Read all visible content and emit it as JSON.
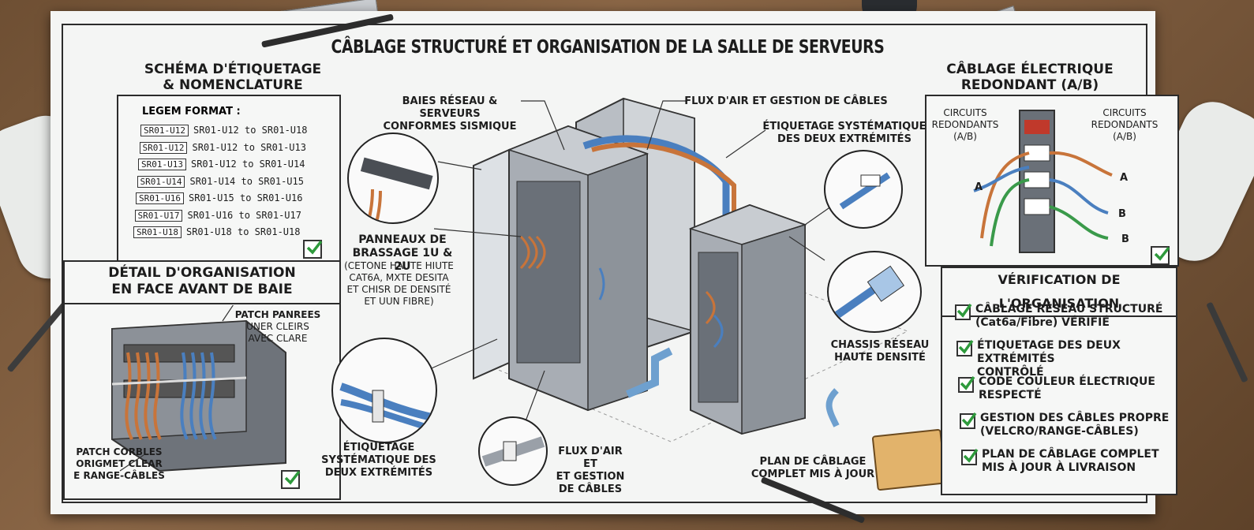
{
  "title": "CÂBLAGE STRUCTURÉ ET ORGANISATION DE LA SALLE DE SERVEURS",
  "labeling": {
    "title_line1": "SCHÉMA D'ÉTIQUETAGE",
    "title_line2": "& NOMENCLATURE",
    "format_label": "LEGEM FORMAT :",
    "rows": [
      {
        "tag": "SR01-U12",
        "text": "SR01-U12 to SR01-U18"
      },
      {
        "tag": "SR01-U12",
        "text": "SR01-U12 to SR01-U13"
      },
      {
        "tag": "SR01-U13",
        "text": "SR01-U12 to SR01-U14"
      },
      {
        "tag": "SR01-U14",
        "text": "SR01-U14 to SR01-U15"
      },
      {
        "tag": "SR01-U16",
        "text": "SR01-U15 to SR01-U16"
      },
      {
        "tag": "SR01-U17",
        "text": "SR01-U16 to SR01-U17"
      },
      {
        "tag": "SR01-U18",
        "text": "SR01-U18 to SR01-U18"
      }
    ]
  },
  "front_detail": {
    "title_line1": "DÉTAIL D'ORGANISATION",
    "title_line2": "EN FACE AVANT DE BAIE",
    "callout_top": [
      "PATCH PANREES",
      "UNER CLEIRS",
      "AVEC CLARE"
    ],
    "callout_bottom": [
      "PATCH CORBLES",
      "ORIGMET CLEAR",
      "E RANGE-CÂBLES"
    ]
  },
  "center_labels": {
    "baies": [
      "BAIES RÉSEAU & SERVEURS",
      "CONFORMES SISMIQUE"
    ],
    "flux_top": "FLUX D'AIR ET GESTION DE CÂBLES",
    "etiquetage_top": [
      "ÉTIQUETAGE SYSTÉMATIQUE",
      "DES DEUX EXTRÉMITÉS"
    ],
    "panneaux_title": [
      "PANNEAUX DE",
      "BRASSAGE 1U & 2U"
    ],
    "panneaux_desc": [
      "(CETONE HAUTE HIUTE",
      "CAT6A, MXTE DESITA",
      "ET CHISR DE DENSITÉ",
      "ET UUN FIBRE)"
    ],
    "chassis": [
      "CHASSIS RÉSEAU",
      "HAUTE DENSITÉ"
    ],
    "etiquetage_bottom": [
      "ÉTIQUETAGE",
      "SYSTÉMATIQUE DES",
      "DEUX EXTRÉMITÉS"
    ],
    "flux_bottom": [
      "FLUX D'AIR ET",
      "ET GESTION",
      "DE CÂBLES"
    ],
    "plan": [
      "PLAN DE CÂBLAGE",
      "COMPLET MIS À JOUR"
    ]
  },
  "power": {
    "title_line1": "CÂBLAGE ÉLECTRIQUE",
    "title_line2": "REDONDANT (A/B)",
    "left_label": [
      "CIRCUITS",
      "REDONDANTS",
      "(A/B)"
    ],
    "right_label": [
      "CIRCUITS",
      "REDONDANTS",
      "(A/B)"
    ],
    "a_left": "A",
    "a_right": "A",
    "b1": "B",
    "b2": "B"
  },
  "verification": {
    "title": "VÉRIFICATION DE L'ORGANISATION",
    "items": [
      [
        "CÂBLAGE RÉSEAU STRUCTURÉ",
        "(Cat6a/Fibre) VÉRIFIÉ"
      ],
      [
        "ÉTIQUETAGE DES DEUX EXTRÉMITÉS",
        "CONTRÔLÉ"
      ],
      [
        "CODE COULEUR ÉLECTRIQUE",
        "RESPECTÉ"
      ],
      [
        "GESTION DES CÂBLES PROPRE",
        "(VELCRO/RANGE-CÂBLES)"
      ],
      [
        "PLAN DE CÂBLAGE COMPLET",
        "MIS À JOUR À LIVRAISON"
      ]
    ]
  },
  "colors": {
    "check_green": "#2e9a3c",
    "cable_blue": "#4a7fbf",
    "cable_orange": "#c8743a",
    "rack_gray": "#9aa0a8",
    "paper": "#f4f5f4",
    "desk_wood": "#7a5a3c"
  }
}
